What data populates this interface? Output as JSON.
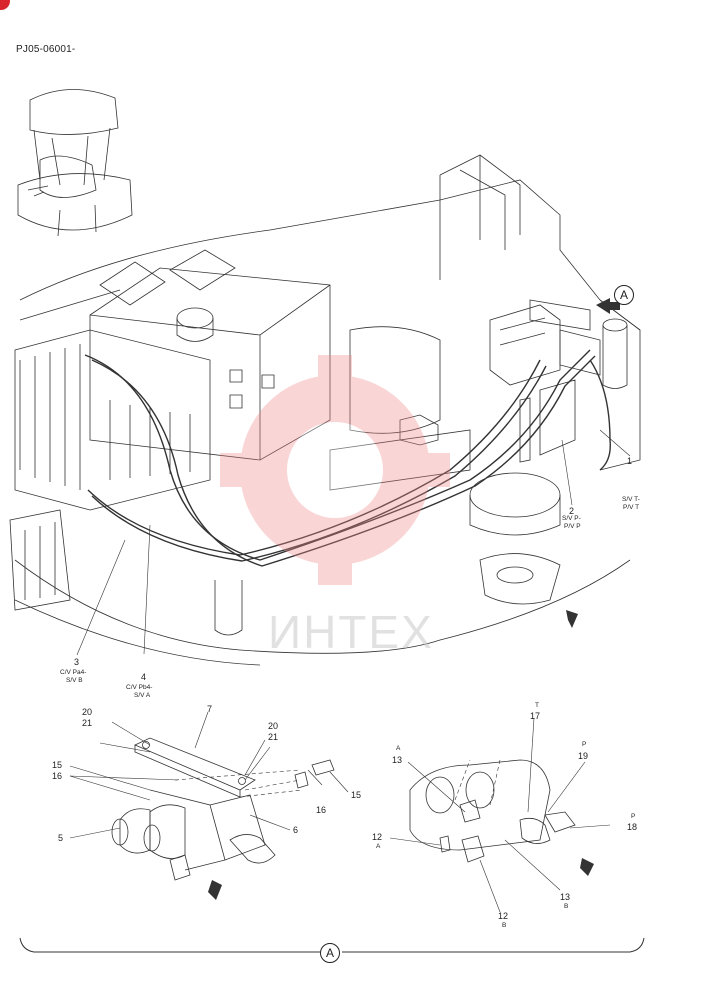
{
  "document_code": "PJ05-06001-",
  "watermark_text": "ИНТЕХ",
  "view_marker": "A",
  "callouts": {
    "c1": {
      "num": "1",
      "sub1": "S/V T-",
      "sub2": "P/V T"
    },
    "c2": {
      "num": "2",
      "sub1": "S/V P-",
      "sub2": "P/V P"
    },
    "c3": {
      "num": "3",
      "sub1": "C/V Pa4-",
      "sub2": "S/V B"
    },
    "c4": {
      "num": "4",
      "sub1": "C/V Pb4-",
      "sub2": "S/V A"
    },
    "c5": {
      "num": "5"
    },
    "c6": {
      "num": "6"
    },
    "c7": {
      "num": "7"
    },
    "c15a": {
      "num": "15"
    },
    "c16a": {
      "num": "16"
    },
    "c15b": {
      "num": "15"
    },
    "c16b": {
      "num": "16"
    },
    "c20a": {
      "num": "20"
    },
    "c21a": {
      "num": "21"
    },
    "c20b": {
      "num": "20"
    },
    "c21b": {
      "num": "21"
    },
    "c12a": {
      "num": "12",
      "sub": "A"
    },
    "c12b": {
      "num": "12",
      "sub": "B"
    },
    "c13a": {
      "num": "13",
      "sub": "A"
    },
    "c13b": {
      "num": "13",
      "sub": "B"
    },
    "c17": {
      "num": "17",
      "sub": "T"
    },
    "c18": {
      "num": "18",
      "sub": "P"
    },
    "c19": {
      "num": "19",
      "sub": "P"
    }
  },
  "colors": {
    "line": "#333333",
    "watermark": "#f08a8a",
    "corner": "#d9262c"
  }
}
